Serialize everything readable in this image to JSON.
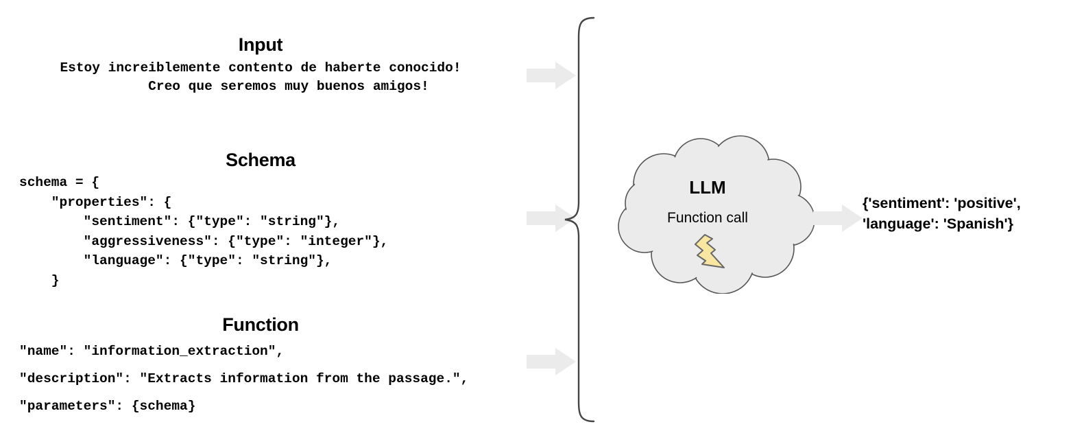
{
  "sections": {
    "input": {
      "title": "Input",
      "text": "Estoy increiblemente contento de haberte conocido!\n       Creo que seremos muy buenos amigos!"
    },
    "schema": {
      "title": "Schema",
      "code": "schema = {\n    \"properties\": {\n        \"sentiment\": {\"type\": \"string\"},\n        \"aggressiveness\": {\"type\": \"integer\"},\n        \"language\": {\"type\": \"string\"},\n    }"
    },
    "function": {
      "title": "Function",
      "code": "\"name\": \"information_extraction\",\n\"description\": \"Extracts information from the passage.\",\n\"parameters\": {schema}"
    }
  },
  "model": {
    "name": "LLM",
    "subtitle": "Function call",
    "bolt_icon": "lightning-bolt-icon"
  },
  "output": {
    "text": "{'sentiment': 'positive',\n'language': 'Spanish'}"
  },
  "icons": {
    "arrow_input": "arrow-right-icon",
    "arrow_schema": "arrow-right-icon",
    "arrow_function": "arrow-right-icon",
    "arrow_output": "arrow-right-icon",
    "brace": "curly-brace-icon",
    "cloud": "cloud-shape-icon"
  },
  "colors": {
    "arrow_fill": "#ebebeb",
    "cloud_fill": "#ebebeb",
    "cloud_stroke": "#555555",
    "bolt_fill": "#f9e6a0",
    "bolt_stroke": "#666666",
    "brace_stroke": "#444444",
    "text": "#000000",
    "background": "#ffffff"
  }
}
